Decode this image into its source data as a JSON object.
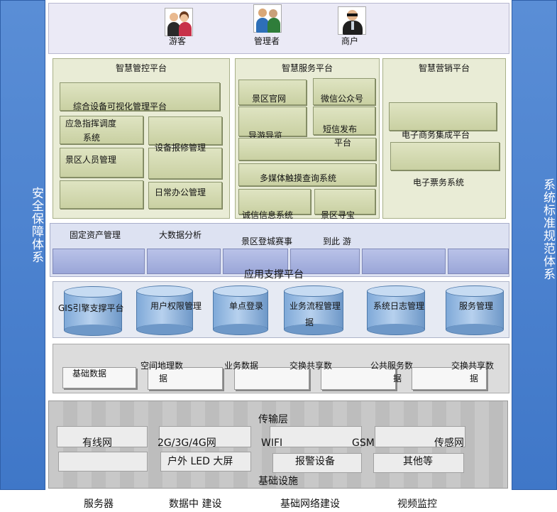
{
  "left_bar": {
    "label": "安全保障体系"
  },
  "right_bar": {
    "label": "系统标准规范体系"
  },
  "roles": [
    {
      "label": "游客",
      "icon": "tourist-icon"
    },
    {
      "label": "管理者",
      "icon": "manager-icon"
    },
    {
      "label": "商户",
      "icon": "merchant-icon"
    }
  ],
  "platforms": {
    "control": {
      "title": "智慧管控平台",
      "items": [
        "综合设备可视化管理平台",
        "应急指挥调度",
        "系统",
        "设备报修管理",
        "景区人员管理",
        "日常办公管理"
      ]
    },
    "service": {
      "title": "智慧服务平台",
      "items": [
        "景区官网",
        "微信公众号",
        "导游导览",
        "短信发布",
        "平台",
        "多媒体触摸查询系统",
        "诚信信息系统",
        "景区寻宝"
      ]
    },
    "marketing": {
      "title": "智慧营销平台",
      "items": [
        "电子商务集成平台",
        "电子票务系统"
      ]
    }
  },
  "app_support": {
    "labels": [
      "固定资产管理",
      "大数据分析",
      "景区登城赛事",
      "到此 游"
    ],
    "title": "应用支撑平台"
  },
  "databases": [
    "GIS引擎支撑平台",
    "用户权限管理",
    "单点登录",
    "业务流程管理",
    "据",
    "系统日志管理",
    "服务管理"
  ],
  "data_layer": [
    "基础数据",
    "空间地理数",
    "据",
    "业务数据",
    "交换共享数",
    "公共服务数",
    "据",
    "交换共享数",
    "据"
  ],
  "transport": {
    "title": "传输层",
    "items": [
      "有线网",
      "2G/3G/4G网",
      "WIFI",
      "GSM",
      "传感网",
      "户外 LED 大屏",
      "报警设备",
      "其他等"
    ],
    "infra_title": "基础设施"
  },
  "bottom_labels": [
    "服务器",
    "数据中 建设",
    "基础网络建设",
    "视频监控"
  ]
}
